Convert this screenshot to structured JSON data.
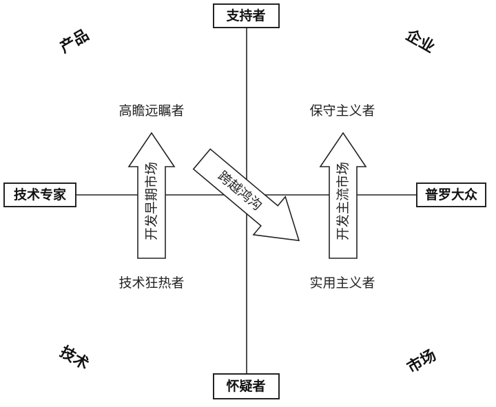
{
  "axes": {
    "top": "支持者",
    "bottom": "怀疑者",
    "left": "技术专家",
    "right": "普罗大众"
  },
  "corners": {
    "top_left": "产品",
    "top_right": "企业",
    "bottom_left": "技术",
    "bottom_right": "市场"
  },
  "groups": {
    "visionaries": "高瞻远瞩者",
    "conservatives": "保守主义者",
    "enthusiasts": "技术狂热者",
    "pragmatists": "实用主义者"
  },
  "arrows": {
    "early_market": "开发早期市场",
    "chasm": "跨越鸿沟",
    "mainstream_market": "开发主流市场"
  }
}
